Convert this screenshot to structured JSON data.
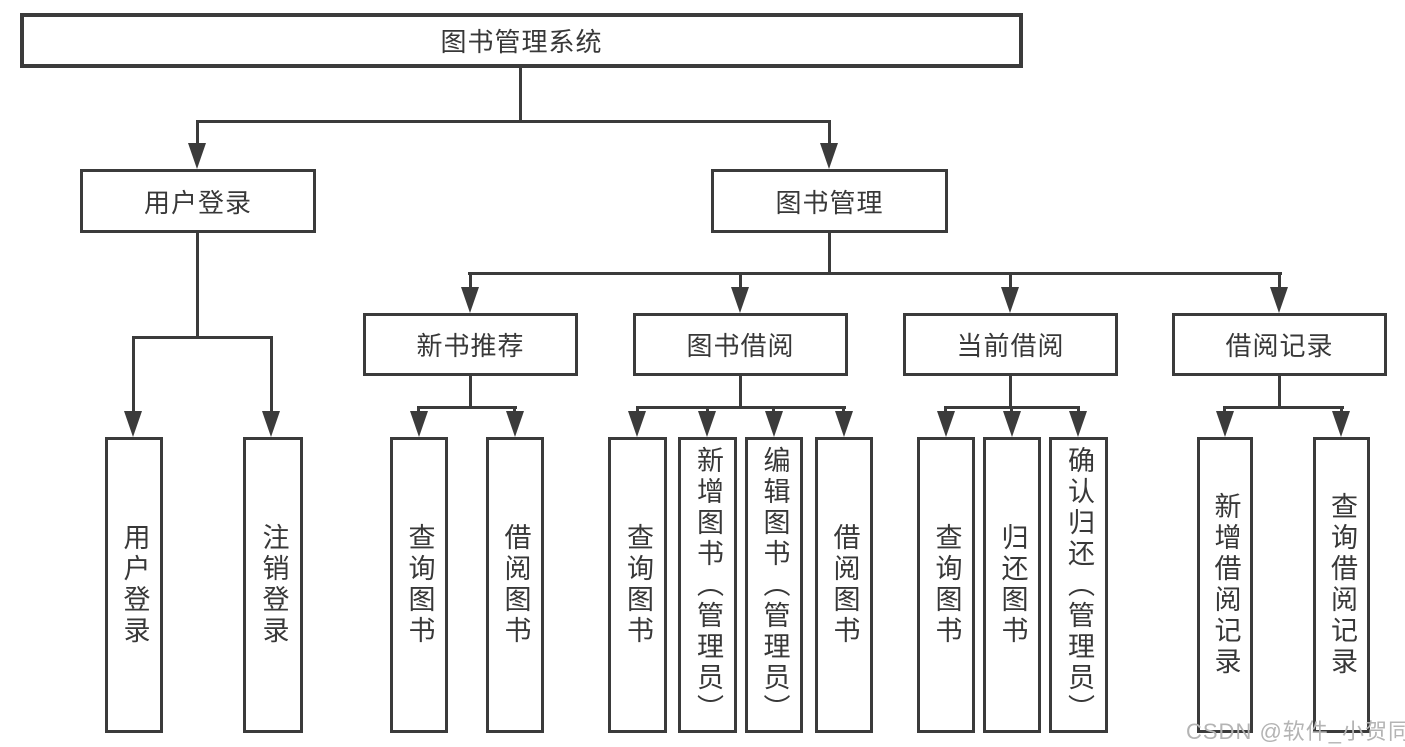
{
  "tree": {
    "root": {
      "label": "图书管理系统"
    },
    "children": [
      {
        "label": "用户登录",
        "children": [
          "用户登录",
          "注销登录"
        ]
      },
      {
        "label": "图书管理",
        "children": [
          {
            "label": "新书推荐",
            "children": [
              "查询图书",
              "借阅图书"
            ]
          },
          {
            "label": "图书借阅",
            "children": [
              "查询图书",
              "新增图书（管理员）",
              "编辑图书（管理员）",
              "借阅图书"
            ]
          },
          {
            "label": "当前借阅",
            "children": [
              "查询图书",
              "归还图书",
              "确认归还（管理员）"
            ]
          },
          {
            "label": "借阅记录",
            "children": [
              "新增借阅记录",
              "查询借阅记录"
            ]
          }
        ]
      }
    ]
  },
  "watermark": {
    "text": "CSDN @软件_小贺同学"
  },
  "colors": {
    "line": "#3b3b3b",
    "text": "#383838",
    "background": "#ffffff",
    "watermark": "#b4b4b4"
  }
}
